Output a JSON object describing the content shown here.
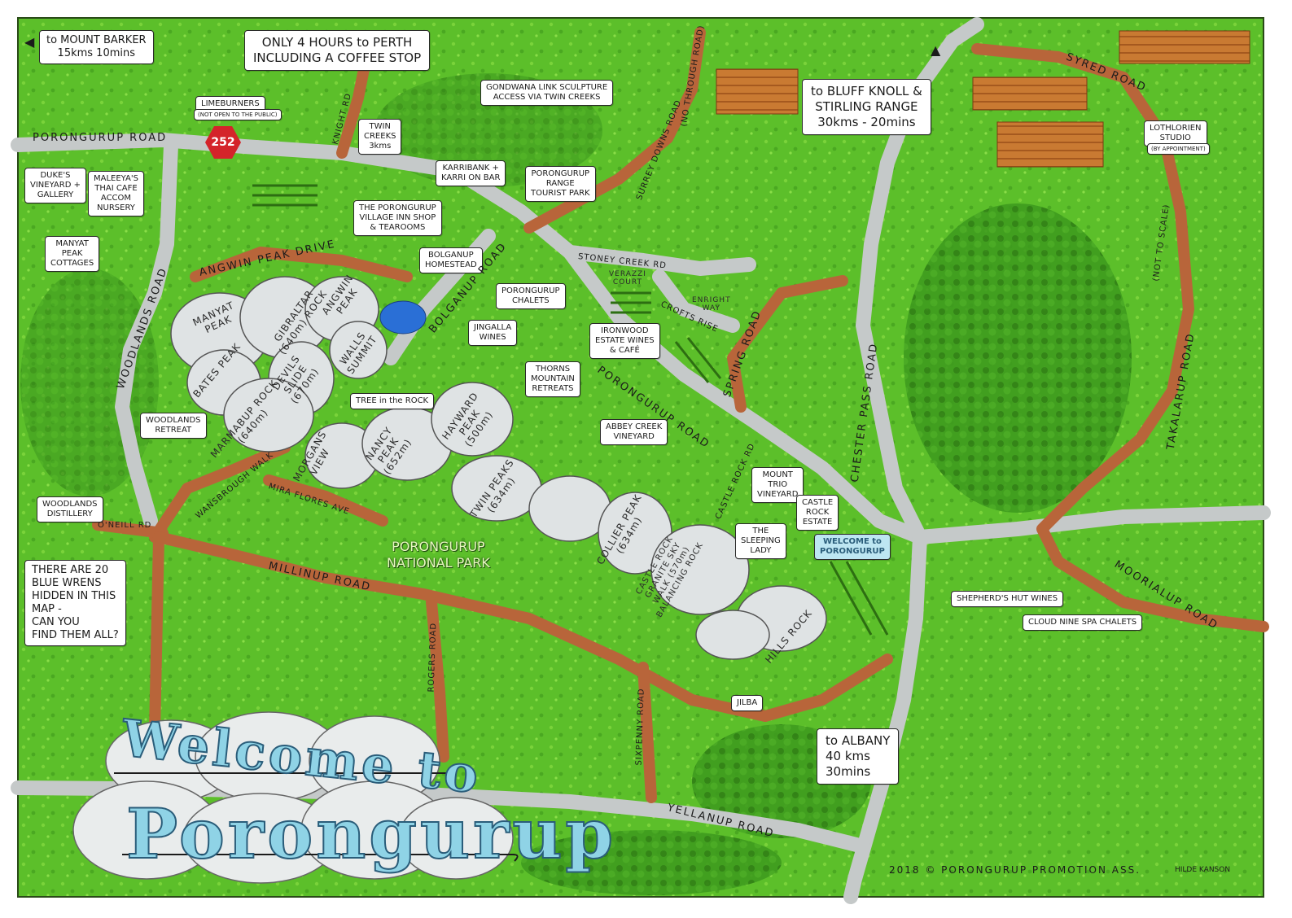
{
  "map": {
    "colors": {
      "grass": "#5cbf2a",
      "grass_light": "#8ad83c",
      "road": "#c5c9c9",
      "dirt_road": "#b8653a",
      "rock": "#dfe3e4",
      "water": "#2a6fd6",
      "field": "#cf7a2a",
      "frame": "#ffffff"
    },
    "boxes": [
      {
        "id": "mount-barker",
        "text": "to MOUNT BARKER\n15kms   10mins"
      },
      {
        "id": "perth",
        "text": "ONLY 4 HOURS to PERTH\nINCLUDING A COFFEE STOP"
      },
      {
        "id": "limeburners",
        "text": "LIMEBURNERS"
      },
      {
        "id": "limeburners-note",
        "text": "(NOT OPEN TO THE PUBLIC)"
      },
      {
        "id": "gondwana",
        "text": "GONDWANA LINK SCULPTURE\nACCESS VIA TWIN CREEKS"
      },
      {
        "id": "twin-creeks",
        "text": "TWIN\nCREEKS\n3kms"
      },
      {
        "id": "karribank",
        "text": "KARRIBANK +\nKARRI ON BAR"
      },
      {
        "id": "tourist-park",
        "text": "PORONGURUP\nRANGE\nTOURIST PARK"
      },
      {
        "id": "bluff-knoll",
        "text": "to BLUFF KNOLL &\nSTIRLING RANGE\n30kms - 20mins"
      },
      {
        "id": "lothlorien",
        "text": "LOTHLORIEN\nSTUDIO"
      },
      {
        "id": "lothlorien-note",
        "text": "(BY APPOINTMENT)"
      },
      {
        "id": "dukes",
        "text": "DUKE'S\nVINEYARD +\nGALLERY"
      },
      {
        "id": "maleeyas",
        "text": "MALEEYA'S\nTHAI CAFE\nACCOM\nNURSERY"
      },
      {
        "id": "village-inn",
        "text": "THE PORONGURUP\nVILLAGE INN SHOP\n& TEAROOMS"
      },
      {
        "id": "manyat-cottages",
        "text": "MANYAT\nPEAK\nCOTTAGES"
      },
      {
        "id": "bolganup-homestead",
        "text": "BOLGANUP\nHOMESTEAD"
      },
      {
        "id": "chalets",
        "text": "PORONGURUP\nCHALETS"
      },
      {
        "id": "jingalla",
        "text": "JINGALLA\nWINES"
      },
      {
        "id": "ironwood",
        "text": "IRONWOOD\nESTATE WINES\n& CAFÉ"
      },
      {
        "id": "thorns",
        "text": "THORNS\nMOUNTAIN\nRETREATS"
      },
      {
        "id": "tree-rock",
        "text": "TREE in the ROCK"
      },
      {
        "id": "woodlands-retreat",
        "text": "WOODLANDS\nRETREAT"
      },
      {
        "id": "abbey-creek",
        "text": "ABBEY CREEK\nVINEYARD"
      },
      {
        "id": "mount-trio",
        "text": "MOUNT\nTRIO\nVINEYARD"
      },
      {
        "id": "castle-rock-estate",
        "text": "CASTLE\nROCK\nESTATE"
      },
      {
        "id": "sleeping-lady",
        "text": "THE\nSLEEPING\nLADY"
      },
      {
        "id": "woodlands-distillery",
        "text": "WOODLANDS\nDISTILLERY"
      },
      {
        "id": "blue-wrens",
        "text": "THERE ARE 20\nBLUE WRENS\nHIDDEN IN THIS\nMAP -\nCAN YOU\nFIND THEM ALL?"
      },
      {
        "id": "shepherds-hut",
        "text": "SHEPHERD'S HUT WINES"
      },
      {
        "id": "cloud-nine",
        "text": "CLOUD NINE SPA CHALETS"
      },
      {
        "id": "jilba",
        "text": "JILBA"
      },
      {
        "id": "albany",
        "text": "to ALBANY\n40 kms\n30mins"
      }
    ],
    "road_labels": [
      {
        "id": "porongurup-road-west",
        "text": "PORONGURUP  ROAD"
      },
      {
        "id": "knight-rd",
        "text": "KNIGHT RD"
      },
      {
        "id": "surrey-downs",
        "text": "SURREY DOWNS ROAD"
      },
      {
        "id": "no-through",
        "text": "(NO THROUGH ROAD)"
      },
      {
        "id": "syred-road",
        "text": "SYRED ROAD"
      },
      {
        "id": "takalarup",
        "text": "TAKALARUP ROAD"
      },
      {
        "id": "not-to-scale",
        "text": "(NOT TO SCALE)"
      },
      {
        "id": "angwin-drive",
        "text": "ANGWIN PEAK DRIVE"
      },
      {
        "id": "woodlands-road",
        "text": "WOODLANDS ROAD"
      },
      {
        "id": "bolganup-road",
        "text": "BOLGANUP ROAD"
      },
      {
        "id": "stoney-creek",
        "text": "STONEY CREEK RD"
      },
      {
        "id": "verazzi",
        "text": "VERAZZI\nCOURT"
      },
      {
        "id": "enright",
        "text": "ENRIGHT\nWAY"
      },
      {
        "id": "crofts-rise",
        "text": "CROFTS RISE"
      },
      {
        "id": "spring-road",
        "text": "SPRING ROAD"
      },
      {
        "id": "chester-pass",
        "text": "CHESTER PASS ROAD"
      },
      {
        "id": "porongurup-road-mid",
        "text": "PORONGURUP  ROAD"
      },
      {
        "id": "castle-rock-rd",
        "text": "CASTLE ROCK RD"
      },
      {
        "id": "wansbrough",
        "text": "WANSBROUGH WALK"
      },
      {
        "id": "mira-flores",
        "text": "MIRA FLORES AVE"
      },
      {
        "id": "oneill",
        "text": "O'NEILL RD"
      },
      {
        "id": "millinup",
        "text": "MILLINUP  ROAD"
      },
      {
        "id": "rogers",
        "text": "ROGERS ROAD"
      },
      {
        "id": "sixpenny",
        "text": "SIXPENNY ROAD"
      },
      {
        "id": "mooralup",
        "text": "MOORIALUP ROAD"
      },
      {
        "id": "yellanup",
        "text": "YELLANUP  ROAD"
      }
    ],
    "rock_labels": [
      {
        "id": "manyat-peak",
        "text": "MANYAT\nPEAK"
      },
      {
        "id": "gibraltar",
        "text": "GIBRALTAR\n(640m) ROCK"
      },
      {
        "id": "angwin-peak",
        "text": "ANGWIN\nPEAK"
      },
      {
        "id": "walls-summit",
        "text": "WALLS\nSUMMIT"
      },
      {
        "id": "bates-peak",
        "text": "BATES PEAK"
      },
      {
        "id": "devils-slide",
        "text": "DEVILS\nSLIDE\n(670m)"
      },
      {
        "id": "marmabup",
        "text": "MARMABUP ROCK\n(640m)"
      },
      {
        "id": "morgans-view",
        "text": "MORGANS\nVIEW"
      },
      {
        "id": "nancy-peak",
        "text": "NANCY\nPEAK\n(652m)"
      },
      {
        "id": "hayward-peak",
        "text": "HAYWARD\nPEAK\n(500m)"
      },
      {
        "id": "twin-peaks",
        "text": "TWIN PEAKS\n(634m)"
      },
      {
        "id": "collier-peak",
        "text": "COLLIER PEAK\n(634m)"
      },
      {
        "id": "castle-rock",
        "text": "CASTLE ROCK\nGRANITE SKY\nWALK (570m)\nBALANCING ROCK"
      },
      {
        "id": "hills-rock",
        "text": "HILLS ROCK"
      }
    ],
    "park_name": "PORONGURUP\nNATIONAL PARK",
    "welcome_sign": "WELCOME to\nPORONGURUP",
    "highway_number": "252",
    "title_line1": "Welcome to",
    "title_line2": "Porongurup",
    "copyright": "2018 © PORONGURUP PROMOTION ASS.",
    "artist": "HILDE KANSON"
  }
}
